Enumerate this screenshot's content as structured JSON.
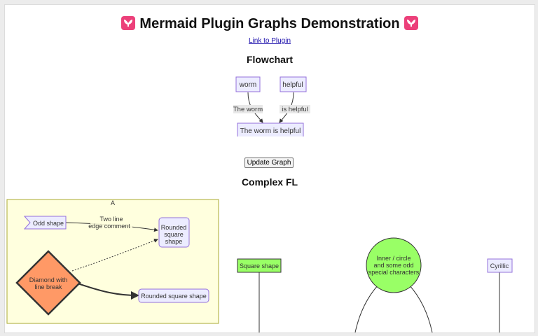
{
  "page_title": "Mermaid Plugin Graphs Demonstration",
  "link_label": "Link to Plugin",
  "flowchart": {
    "heading": "Flowchart",
    "nodes": {
      "worm": "worm",
      "helpful": "helpful",
      "result": "The worm is helpful"
    },
    "edges": {
      "worm": "The worm",
      "helpful": "is helpful"
    }
  },
  "update_button": "Update Graph",
  "complex": {
    "heading": "Complex FL",
    "subgraph_label": "A",
    "odd_shape": "Odd shape",
    "edge_comment_1": "Two line",
    "edge_comment_2": "edge comment",
    "rounded_square_1": "Rounded",
    "rounded_square_2": "square",
    "rounded_square_3": "shape",
    "diamond_1": "Diamond with",
    "diamond_2": "line break",
    "rounded_square_wide": "Rounded square shape",
    "square_shape": "Square shape",
    "circle_1": "Inner / circle",
    "circle_2": "and some odd",
    "circle_3": "special characters",
    "cyrillic": "Cyrillic"
  },
  "colors": {
    "logo": "#ec407a",
    "node_fill": "#ECECFF",
    "node_stroke": "#9370DB",
    "subgraph_fill": "#ffffde",
    "subgraph_stroke": "#aaaa33",
    "green_fill": "#9f6",
    "orange_fill": "#f96"
  }
}
